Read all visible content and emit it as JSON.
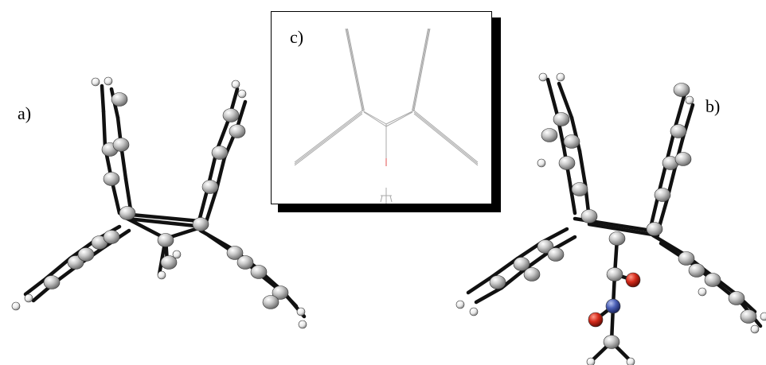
{
  "panels": {
    "a": {
      "label": "a)"
    },
    "b": {
      "label": "b)"
    },
    "c": {
      "label": "c)"
    }
  },
  "colors": {
    "bond": "#111111",
    "carbon": "#c8c8c8",
    "hydrogen": "#f2f2f2",
    "oxygen": "#d42a1a",
    "nitrogen": "#4a5fb5",
    "wire": "#a0a0a0",
    "wire_oxygen": "#e05050"
  }
}
